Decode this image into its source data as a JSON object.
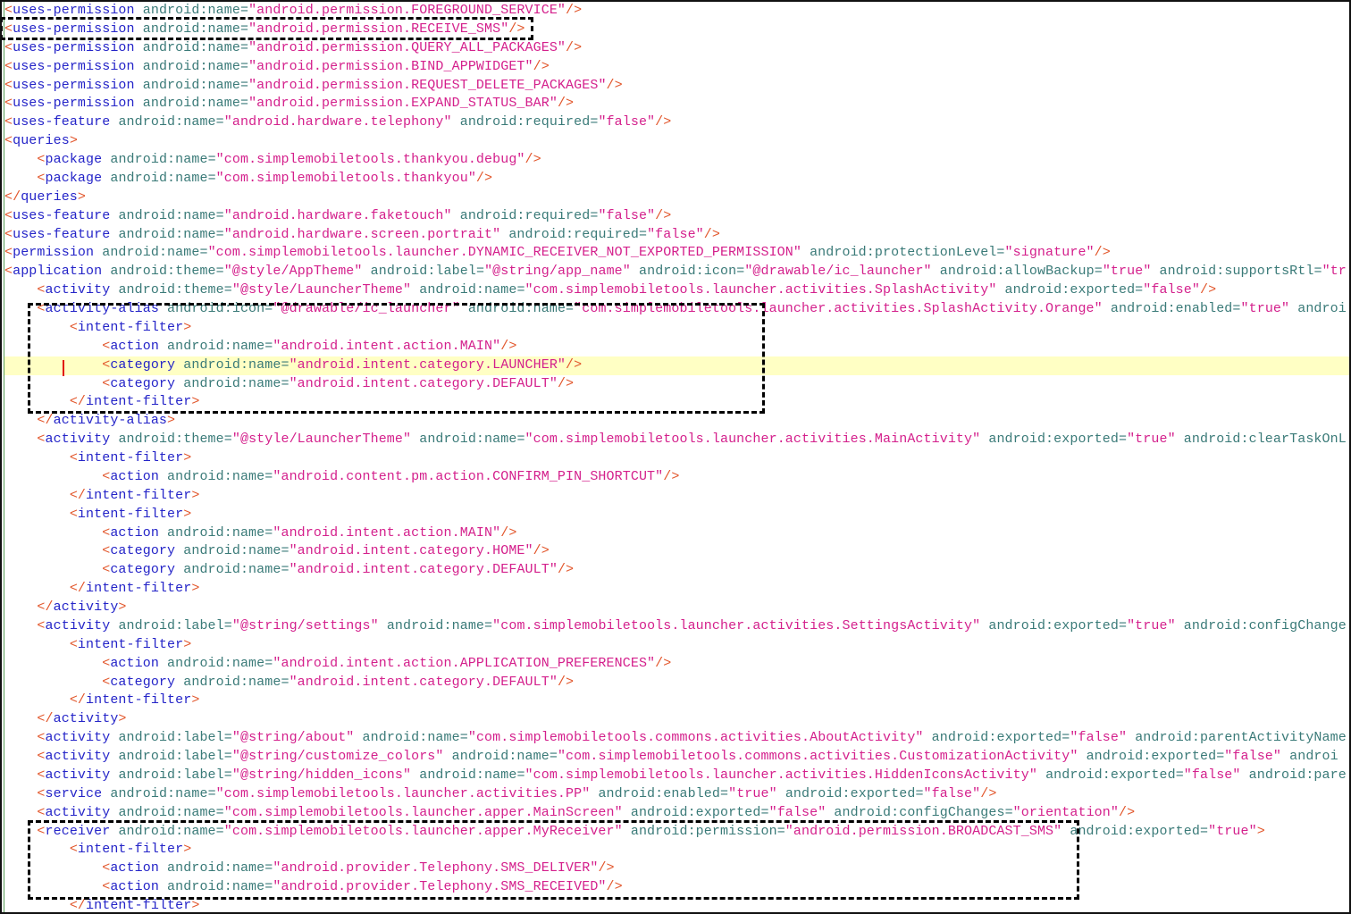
{
  "editor": {
    "highlighted_line": 19,
    "colors": {
      "bracket": "#e2562b",
      "tag": "#2424c8",
      "attribute": "#3a7a78",
      "value": "#d4208c",
      "highlight": "#ffffc4",
      "cursor": "#e01010"
    },
    "lines": [
      "<uses-permission android:name=\"android.permission.FOREGROUND_SERVICE\"/>",
      "<uses-permission android:name=\"android.permission.RECEIVE_SMS\"/>",
      "<uses-permission android:name=\"android.permission.QUERY_ALL_PACKAGES\"/>",
      "<uses-permission android:name=\"android.permission.BIND_APPWIDGET\"/>",
      "<uses-permission android:name=\"android.permission.REQUEST_DELETE_PACKAGES\"/>",
      "<uses-permission android:name=\"android.permission.EXPAND_STATUS_BAR\"/>",
      "<uses-feature android:name=\"android.hardware.telephony\" android:required=\"false\"/>",
      "<queries>",
      "    <package android:name=\"com.simplemobiletools.thankyou.debug\"/>",
      "    <package android:name=\"com.simplemobiletools.thankyou\"/>",
      "</queries>",
      "<uses-feature android:name=\"android.hardware.faketouch\" android:required=\"false\"/>",
      "<uses-feature android:name=\"android.hardware.screen.portrait\" android:required=\"false\"/>",
      "<permission android:name=\"com.simplemobiletools.launcher.DYNAMIC_RECEIVER_NOT_EXPORTED_PERMISSION\" android:protectionLevel=\"signature\"/>",
      "<application android:theme=\"@style/AppTheme\" android:label=\"@string/app_name\" android:icon=\"@drawable/ic_launcher\" android:allowBackup=\"true\" android:supportsRtl=\"tr",
      "    <activity android:theme=\"@style/LauncherTheme\" android:name=\"com.simplemobiletools.launcher.activities.SplashActivity\" android:exported=\"false\"/>",
      "    <activity-alias android:icon=\"@drawable/ic_launcher\" android:name=\"com.simplemobiletools.launcher.activities.SplashActivity.Orange\" android:enabled=\"true\" androi",
      "        <intent-filter>",
      "            <action android:name=\"android.intent.action.MAIN\"/>",
      "            <category android:name=\"android.intent.category.LAUNCHER\"/>",
      "            <category android:name=\"android.intent.category.DEFAULT\"/>",
      "        </intent-filter>",
      "    </activity-alias>",
      "    <activity android:theme=\"@style/LauncherTheme\" android:name=\"com.simplemobiletools.launcher.activities.MainActivity\" android:exported=\"true\" android:clearTaskOnL",
      "        <intent-filter>",
      "            <action android:name=\"android.content.pm.action.CONFIRM_PIN_SHORTCUT\"/>",
      "        </intent-filter>",
      "        <intent-filter>",
      "            <action android:name=\"android.intent.action.MAIN\"/>",
      "            <category android:name=\"android.intent.category.HOME\"/>",
      "            <category android:name=\"android.intent.category.DEFAULT\"/>",
      "        </intent-filter>",
      "    </activity>",
      "    <activity android:label=\"@string/settings\" android:name=\"com.simplemobiletools.launcher.activities.SettingsActivity\" android:exported=\"true\" android:configChange",
      "        <intent-filter>",
      "            <action android:name=\"android.intent.action.APPLICATION_PREFERENCES\"/>",
      "            <category android:name=\"android.intent.category.DEFAULT\"/>",
      "        </intent-filter>",
      "    </activity>",
      "    <activity android:label=\"@string/about\" android:name=\"com.simplemobiletools.commons.activities.AboutActivity\" android:exported=\"false\" android:parentActivityName",
      "    <activity android:label=\"@string/customize_colors\" android:name=\"com.simplemobiletools.commons.activities.CustomizationActivity\" android:exported=\"false\" androi",
      "    <activity android:label=\"@string/hidden_icons\" android:name=\"com.simplemobiletools.launcher.activities.HiddenIconsActivity\" android:exported=\"false\" android:pare",
      "    <service android:name=\"com.simplemobiletools.launcher.activities.PP\" android:enabled=\"true\" android:exported=\"false\"/>",
      "    <activity android:name=\"com.simplemobiletools.launcher.apper.MainScreen\" android:exported=\"false\" android:configChanges=\"orientation\"/>",
      "    <receiver android:name=\"com.simplemobiletools.launcher.apper.MyReceiver\" android:permission=\"android.permission.BROADCAST_SMS\" android:exported=\"true\">",
      "        <intent-filter>",
      "            <action android:name=\"android.provider.Telephony.SMS_DELIVER\"/>",
      "            <action android:name=\"android.provider.Telephony.SMS_RECEIVED\"/>",
      "        </intent-filter>"
    ]
  }
}
